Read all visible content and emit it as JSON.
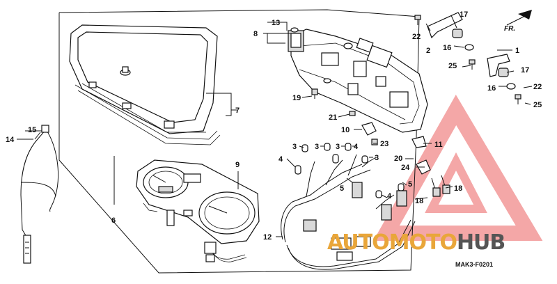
{
  "diagram_code": "MAK3-F0201",
  "direction_label": "FR.",
  "watermark": {
    "part1": "AUTOMOTO",
    "part2": "HUB",
    "color_main": "#e9a63a",
    "color_accent": "#555555",
    "triangle_color": "#f08a8a"
  },
  "callouts": {
    "c1": "1",
    "c2": "2",
    "c3a": "3",
    "c3b": "3",
    "c3c": "3",
    "c3d": "3",
    "c4a": "4",
    "c4b": "4",
    "c4c": "4",
    "c5a": "5",
    "c5b": "5",
    "c6": "6",
    "c7": "7",
    "c8": "8",
    "c9": "9",
    "c10": "10",
    "c11": "11",
    "c12": "12",
    "c13": "13",
    "c14": "14",
    "c15": "15",
    "c16a": "16",
    "c16b": "16",
    "c17a": "17",
    "c17b": "17",
    "c18a": "18",
    "c18b": "18",
    "c19": "19",
    "c20": "20",
    "c21": "21",
    "c22a": "22",
    "c22b": "22",
    "c23": "23",
    "c24": "24",
    "c25a": "25",
    "c25b": "25"
  }
}
